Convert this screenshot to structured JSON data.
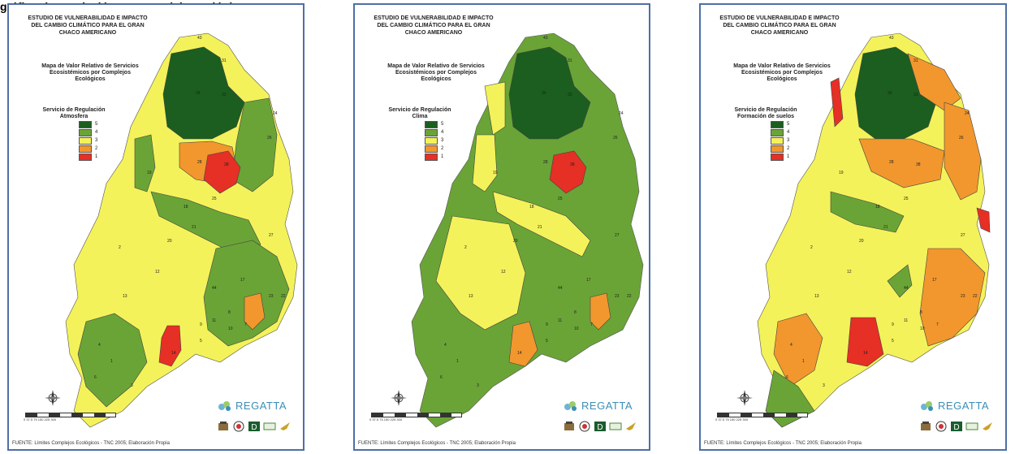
{
  "header_text": "gráfico de regulación por complejo ecológico",
  "common": {
    "title_lines": [
      "ESTUDIO DE VULNERABILIDAD E IMPACTO",
      "DEL CAMBIO CLIMÁTICO PARA EL GRAN",
      "CHACO AMERICANO"
    ],
    "subtitle_lines": [
      "Mapa de Valor Relativo de Servicios",
      "Ecosistémicos por Complejos",
      "Ecológicos"
    ],
    "legend_heading": "Servicio de Regulación",
    "legend_classes": [
      {
        "label": "5",
        "color": "#1b5e1f"
      },
      {
        "label": "4",
        "color": "#6aa436"
      },
      {
        "label": "3",
        "color": "#f4f25a"
      },
      {
        "label": "2",
        "color": "#f2972d"
      },
      {
        "label": "1",
        "color": "#e62f25"
      }
    ],
    "scale_labels": "0  37.5  75        150       225       300",
    "org_name": "REGATTA",
    "source": "FUENTE: Límites Complejos Ecológicos - TNC 2005; Elaboración Propia",
    "compass_icon": "north-arrow-compass-icon",
    "logo_icons": [
      "regatta-logo-icon",
      "institution-logo-icon",
      "seal-logo-icon",
      "d-logo-icon",
      "partner-logo-icon",
      "bird-logo-icon"
    ]
  },
  "panels": [
    {
      "service": "Atmosfera"
    },
    {
      "service": "Clima"
    },
    {
      "service": "Formación de suelos"
    }
  ],
  "map_labels": [
    "43",
    "31",
    "34",
    "33",
    "26",
    "28",
    "38",
    "19",
    "18",
    "20",
    "21",
    "25",
    "27",
    "12",
    "2",
    "13",
    "44",
    "17",
    "23",
    "11",
    "10",
    "8",
    "9",
    "5",
    "4",
    "14",
    "1",
    "3",
    "6",
    "22",
    "24",
    "7"
  ]
}
